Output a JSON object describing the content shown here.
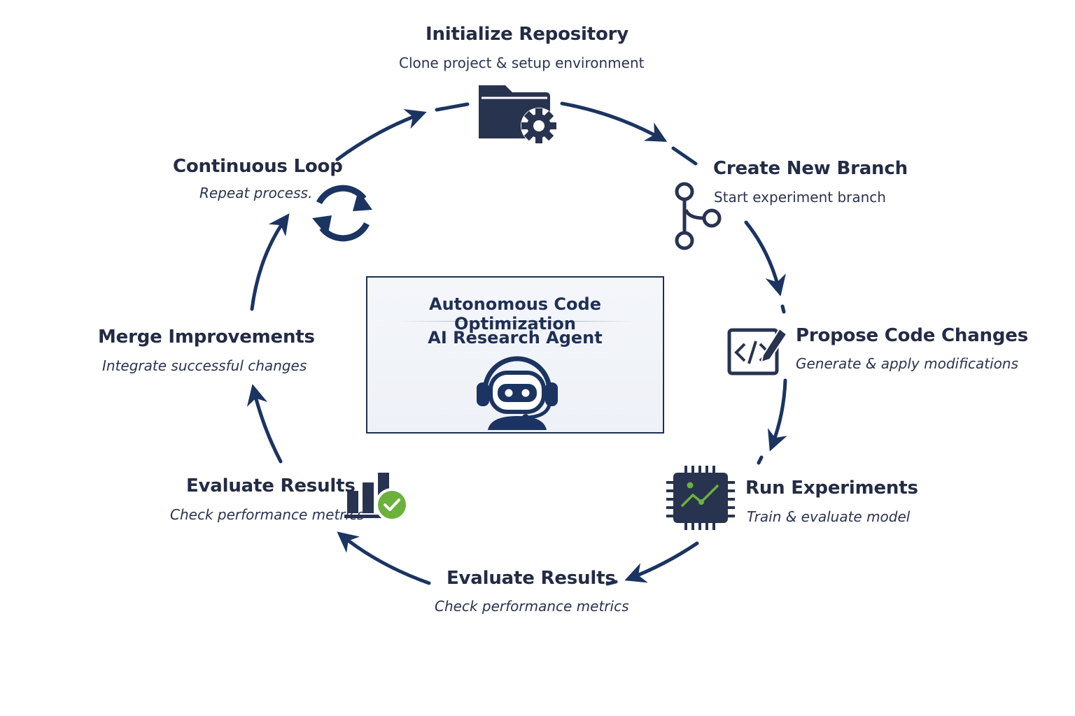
{
  "colors": {
    "primary": "#1b3461",
    "icon_dark": "#283350",
    "accent_green": "#6bb13b",
    "text": "#232b45"
  },
  "center": {
    "title": "Autonomous Code Optimization",
    "subtitle": "AI Research Agent",
    "icon": "robot-headset-icon"
  },
  "steps": [
    {
      "title": "Initialize Repository",
      "subtitle": "Clone project & setup environment",
      "icon": "folder-gear-icon"
    },
    {
      "title": "Create New Branch",
      "subtitle": "Start experiment branch",
      "icon": "git-branch-icon"
    },
    {
      "title": "Propose Code Changes",
      "subtitle": "Generate & apply modifications",
      "icon": "code-edit-icon"
    },
    {
      "title": "Run Experiments",
      "subtitle": "Train & evaluate model",
      "icon": "chip-chart-icon"
    },
    {
      "title": "Evaluate Results",
      "subtitle": "Check performance metrics",
      "icon": "none"
    },
    {
      "title": "Evaluate Results",
      "subtitle": "Check performance metrics",
      "icon": "bar-chart-check-icon"
    },
    {
      "title": "Merge Improvements",
      "subtitle": "Integrate successful changes",
      "icon": "none"
    },
    {
      "title": "Continuous Loop",
      "subtitle": "Repeat process.",
      "icon": "refresh-icon"
    }
  ]
}
